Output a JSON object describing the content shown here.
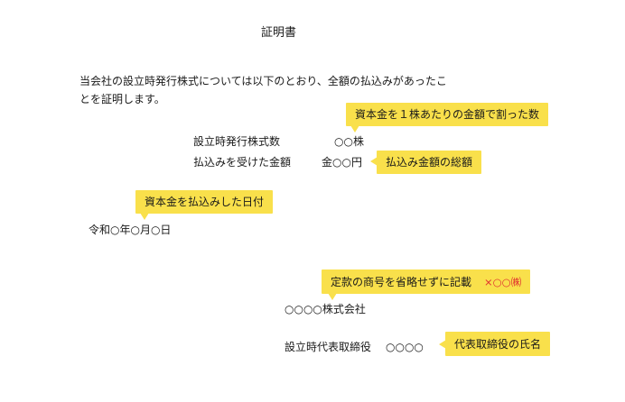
{
  "document": {
    "title": "証明書",
    "paragraph_line1": "当会社の設立時発行株式については以下のとおり、全額の払込みがあったこ",
    "paragraph_line2": "とを証明します。",
    "shares_label": "設立時発行株式数",
    "shares_value": "○○株",
    "amount_label": "払込みを受けた金額",
    "amount_value": "金○○円",
    "date": "令和○年○月○日",
    "company_name": "○○○○株式会社",
    "representative_label": "設立時代表取締役",
    "representative_name": "○○○○"
  },
  "callouts": {
    "shares_note": "資本金を１株あたりの金額で割った数",
    "amount_note": "払込み金額の総額",
    "date_note": "資本金を払込みした日付",
    "company_note": "定款の商号を省略せずに記載",
    "company_note_bad_example": "×○○㈱",
    "representative_note": "代表取締役の氏名"
  },
  "colors": {
    "callout_bg": "#f9e04b",
    "warning_red": "#e03030",
    "text": "#1a1a1a"
  }
}
